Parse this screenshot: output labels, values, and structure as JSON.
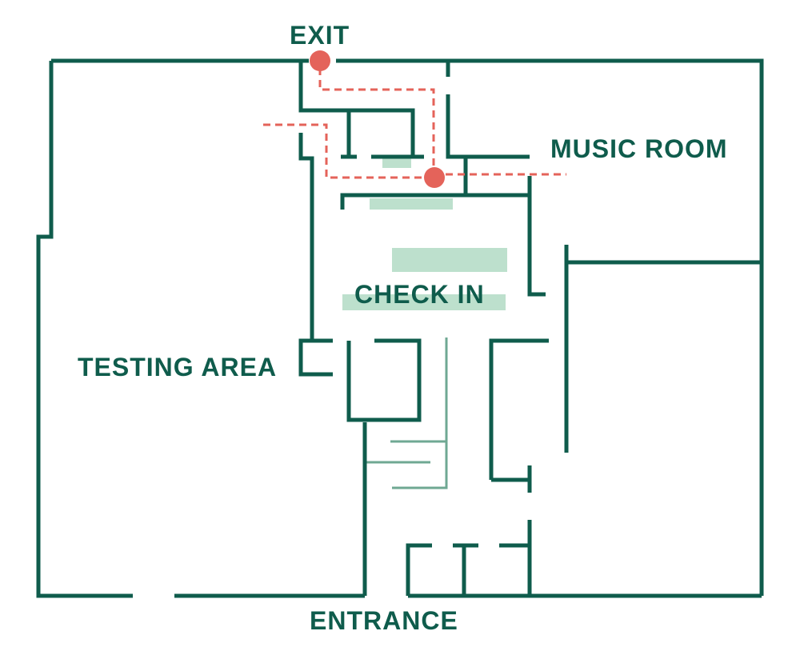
{
  "labels": {
    "exit": "EXIT",
    "music_room": "MUSIC ROOM",
    "check_in": "CHECK IN",
    "testing_area": "TESTING AREA",
    "entrance": "ENTRANCE"
  },
  "colors": {
    "wall": "#0f5c4c",
    "fixture_line": "#6fa893",
    "fixture_fill": "#bde0cd",
    "route": "#e4635a",
    "background": "#ffffff"
  }
}
